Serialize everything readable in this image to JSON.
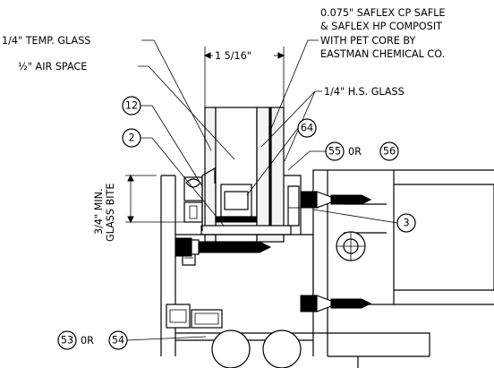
{
  "labels": {
    "temp_glass": "1/4\" TEMP. GLASS",
    "air_space": "½\" AIR SPACE",
    "dimension_1": "1 5/16\"",
    "saflex_line1": "0.075\" SAFLEX CP SAFLE",
    "saflex_line2": "& SAFLEX HP COMPOSIT",
    "saflex_line3": "WITH PET CORE BY",
    "saflex_line4": "EASTMAN CHEMICAL CO.",
    "hs_glass": "1/4\" H.S. GLASS",
    "glass_bite_line1": "3/4\" MIN.",
    "glass_bite_line2": "GLASS BITE",
    "or_1": "0R",
    "or_2": "0R"
  },
  "callouts": {
    "c12": "12",
    "c2": "2",
    "c64": "64",
    "c55": "55",
    "c56": "56",
    "c3": "3",
    "c53": "53",
    "c54": "54"
  }
}
